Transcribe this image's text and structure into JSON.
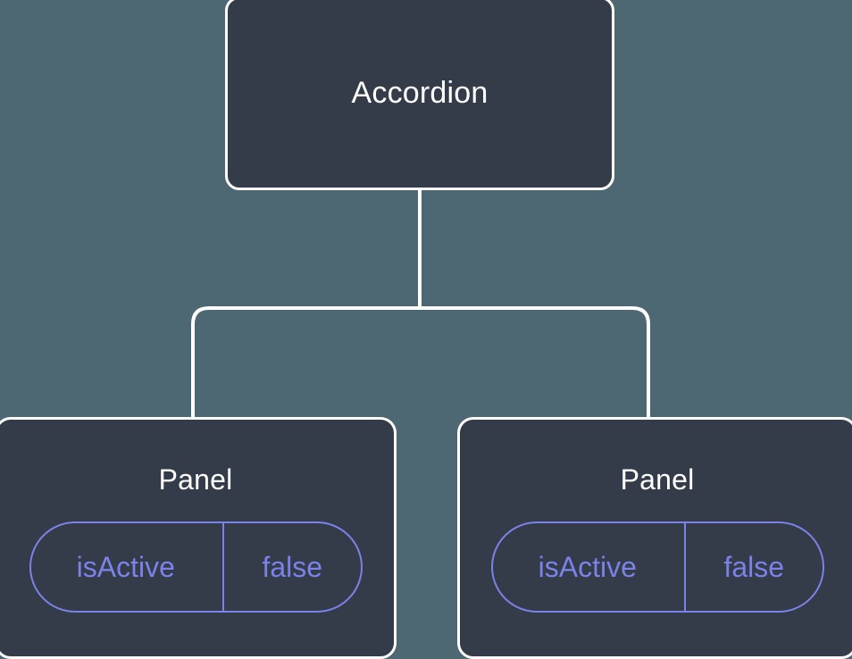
{
  "diagram": {
    "type": "component-tree",
    "background_color": "#4d6872",
    "node_fill_color": "#343b49",
    "node_border_color": "#ffffff",
    "node_label_color": "#ffffff",
    "prop_accent_color": "#7b82e8",
    "connector_color": "#ffffff"
  },
  "root": {
    "label": "Accordion"
  },
  "children": [
    {
      "label": "Panel",
      "props": [
        {
          "key": "isActive",
          "value": "false"
        }
      ]
    },
    {
      "label": "Panel",
      "props": [
        {
          "key": "isActive",
          "value": "false"
        }
      ]
    }
  ]
}
